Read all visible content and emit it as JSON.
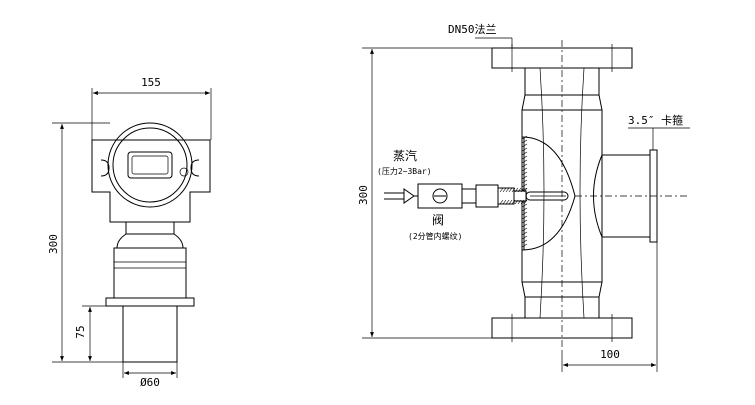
{
  "left_view": {
    "dim_width": "155",
    "dim_height": "300",
    "dim_lower": "75",
    "dim_diameter": "Ø60"
  },
  "right_view": {
    "flange_label": "DN50法兰",
    "clamp_label": "3.5″ 卡箍",
    "steam_label": "蒸汽",
    "pressure_label": "(压力2~3Bar)",
    "valve_label": "阀",
    "thread_label": "(2分管内螺纹)",
    "dim_height": "300",
    "dim_offset": "100"
  }
}
